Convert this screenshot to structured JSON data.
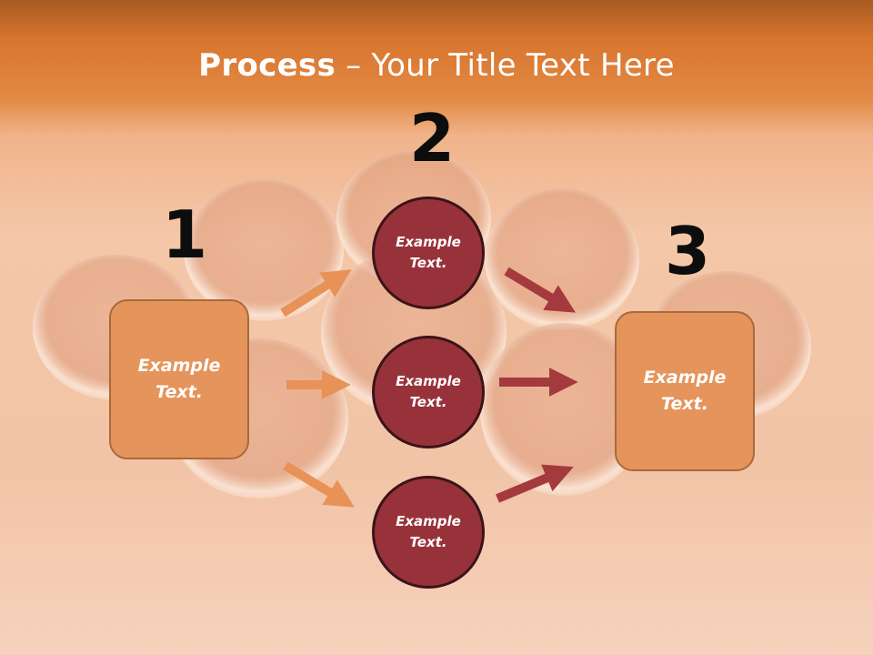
{
  "title": {
    "bold": "Process",
    "rest": " – Your Title Text Here"
  },
  "steps": {
    "one": "1",
    "two": "2",
    "three": "3"
  },
  "start_box": {
    "line1": "Example",
    "line2": "Text."
  },
  "circles": [
    {
      "line1": "Example",
      "line2": "Text."
    },
    {
      "line1": "Example",
      "line2": "Text."
    },
    {
      "line1": "Example",
      "line2": "Text."
    }
  ],
  "end_box": {
    "line1": "Example",
    "line2": "Text."
  },
  "colors": {
    "box": "#e5945b",
    "circle": "#98323a",
    "arrow_in": "#e89257",
    "arrow_out": "#a43a3e",
    "number": "#0d0d0d"
  },
  "icons": [
    "arrow-right-icon"
  ]
}
